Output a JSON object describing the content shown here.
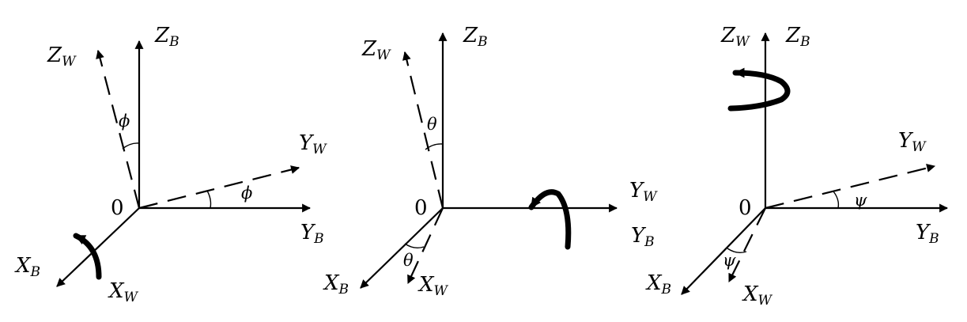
{
  "origin": "0",
  "axes": {
    "x_b": {
      "base": "X",
      "sub": "B"
    },
    "y_b": {
      "base": "Y",
      "sub": "B"
    },
    "z_b": {
      "base": "Z",
      "sub": "B"
    },
    "x_w": {
      "base": "X",
      "sub": "W"
    },
    "y_w": {
      "base": "Y",
      "sub": "W"
    },
    "z_w": {
      "base": "Z",
      "sub": "W"
    }
  },
  "angles": {
    "phi": "ϕ",
    "theta": "θ",
    "psi": "ψ"
  }
}
